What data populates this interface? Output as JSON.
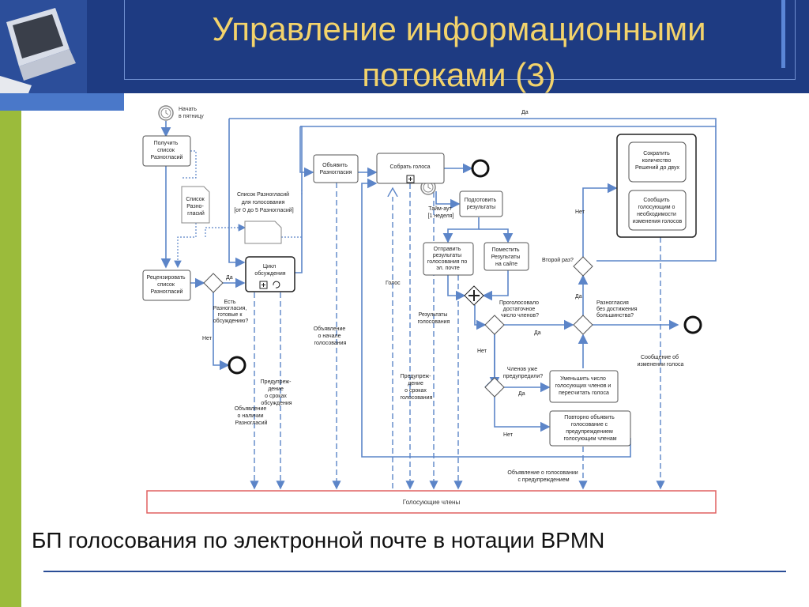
{
  "slide": {
    "title_line1": "Управление информационными",
    "title_line2": "потоками (3)",
    "caption": "БП голосования по электронной почте в нотации BPMN"
  },
  "diagram": {
    "start_event": [
      "Начать",
      "в пятницу"
    ],
    "task_get_list": [
      "Получить",
      "список",
      "Разногласий"
    ],
    "doc_list": [
      "Список",
      "Разно-",
      "гласий"
    ],
    "doc_list_for_voting": [
      "Список Разногласий",
      "для голосования",
      "[от 0 до 5 Разногласий]"
    ],
    "task_review_list": [
      "Рецензировать",
      "список",
      "Разногласий"
    ],
    "subprocess_discussion": [
      "Цикл",
      "обсуждения"
    ],
    "gateway_ready_label": [
      "Есть",
      "Разногласия,",
      "готовые к",
      "обсуждению?"
    ],
    "label_yes": "Да",
    "label_no": "Нет",
    "task_announce": [
      "Объявить",
      "Разногласия"
    ],
    "task_collect_votes": [
      "Собрать голоса"
    ],
    "timer_timeout": [
      "Тайм-аут",
      "[1 неделя]"
    ],
    "task_prepare_results": [
      "Подготовить",
      "результаты"
    ],
    "task_send_results": [
      "Отправить",
      "результаты",
      "голосования по",
      "эл. почте"
    ],
    "task_post_results": [
      "Поместить",
      "Результаты",
      "на сайте"
    ],
    "gateway_enough_label": [
      "Проголосовало",
      "достаточное",
      "число членов?"
    ],
    "gateway_warned_label": [
      "Членов уже",
      "предупредили?"
    ],
    "task_reduce_members": [
      "Уменьшить число",
      "голосующих членов и",
      "пересчитать голоса"
    ],
    "task_reannounce": [
      "Повторно объявить",
      "голосование с",
      "предупреждением",
      "голосующим членам"
    ],
    "gateway_second_label": [
      "Второй раз?"
    ],
    "gateway_majority_label": [
      "Разногласия",
      "без достижения",
      "большинства?"
    ],
    "task_reduce_solutions": [
      "Сократить",
      "количество",
      "Решений до двух"
    ],
    "task_report_change": [
      "Сообщить",
      "голосующим о",
      "необходимости",
      "изменения голосов"
    ],
    "msg_vote": [
      "Голос"
    ],
    "msg_results": [
      "Результаты",
      "голосования"
    ],
    "msg_announce_start": [
      "Объявление",
      "о начале",
      "голосования"
    ],
    "msg_warn_vote": [
      "Предупреж-",
      "дение",
      "о сроках",
      "голосования"
    ],
    "msg_warn_discussion": [
      "Предупреж-",
      "дение",
      "о сроках",
      "обсуждения"
    ],
    "msg_announce_exist": [
      "Объявление",
      "о наличии",
      "Разногласий"
    ],
    "msg_change_vote": [
      "Сообщение об",
      "изменении голоса"
    ],
    "msg_announce_warn": [
      "Объявление о голосовании",
      "с предупреждением"
    ],
    "pool_voting_members": "Голосующие члены"
  },
  "colors": {
    "header": "#1e3b82",
    "title": "#f3d36b",
    "flow": "#5c85c8",
    "task_border": "#555555",
    "pool_border": "#e06060"
  }
}
